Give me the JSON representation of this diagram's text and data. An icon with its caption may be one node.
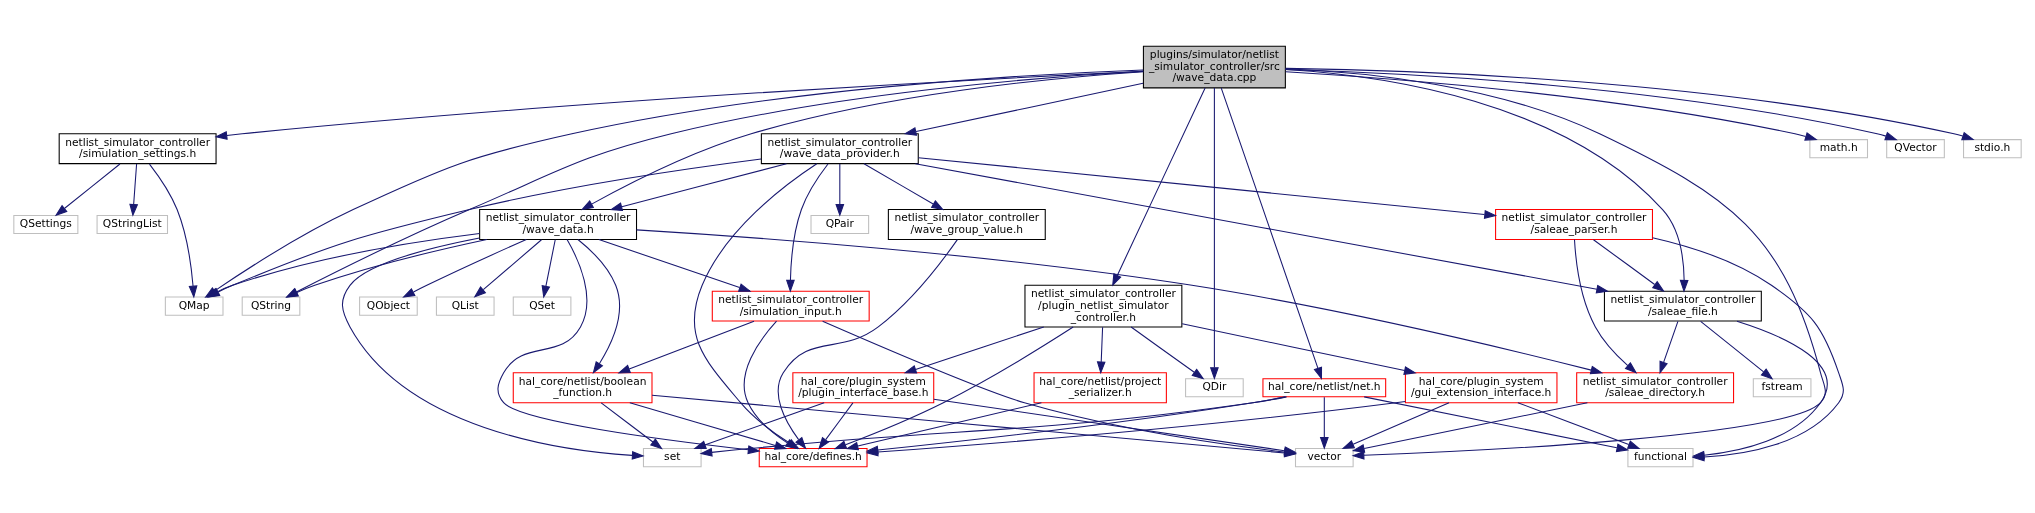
{
  "diagram": {
    "nodes": [
      {
        "text": [
          "plugins/simulator/netlist _simulator_controller/src /wave_data.cpp"
        ]
      },
      {
        "text": [
          "netlist_simulator_controller /simulation_settings.h"
        ]
      },
      {
        "text": [
          "netlist_simulator_controller /wave_data_provider.h"
        ]
      },
      {
        "text": [
          "math.h"
        ]
      },
      {
        "text": [
          "QVector"
        ]
      },
      {
        "text": [
          "stdio.h"
        ]
      },
      {
        "text": [
          "QSettings"
        ]
      },
      {
        "text": [
          "QStringList"
        ]
      },
      {
        "text": [
          "netlist_simulator_controller /wave_data.h"
        ]
      },
      {
        "text": [
          "QPair"
        ]
      },
      {
        "text": [
          "netlist_simulator_controller /wave_group_value.h"
        ]
      },
      {
        "text": [
          "netlist_simulator_controller /saleae_parser.h"
        ]
      },
      {
        "text": [
          "QMap"
        ]
      },
      {
        "text": [
          "QObject"
        ]
      },
      {
        "text": [
          "QList"
        ]
      },
      {
        "text": [
          "QSet"
        ]
      },
      {
        "text": [
          "QString"
        ]
      },
      {
        "text": [
          "netlist_simulator_controller /simulation_input.h"
        ]
      },
      {
        "text": [
          "netlist_simulator_controller /plugin_netlist_simulator _controller.h"
        ]
      },
      {
        "text": [
          "netlist_simulator_controller /saleae_file.h"
        ]
      },
      {
        "text": [
          "hal_core/netlist/boolean _function.h"
        ]
      },
      {
        "text": [
          "hal_core/plugin_system /plugin_interface_base.h"
        ]
      },
      {
        "text": [
          "hal_core/netlist/project _serializer.h"
        ]
      },
      {
        "text": [
          "hal_core/netlist/net.h"
        ]
      },
      {
        "text": [
          "hal_core/plugin_system /gui_extension_interface.h"
        ]
      },
      {
        "text": [
          "QDir"
        ]
      },
      {
        "text": [
          "netlist_simulator_controller /saleae_directory.h"
        ]
      },
      {
        "text": [
          "fstream"
        ]
      },
      {
        "text": [
          "set"
        ]
      },
      {
        "text": [
          "hal_core/defines.h"
        ]
      },
      {
        "text": [
          "vector"
        ]
      },
      {
        "text": [
          "functional"
        ]
      }
    ],
    "edges": [
      {
        "from": 0,
        "to": 12,
        "arrow": "to"
      },
      {
        "from": 0,
        "to": 1,
        "arrow": "to"
      },
      {
        "from": 0,
        "to": 8,
        "arrow": "to"
      },
      {
        "from": 0,
        "to": 16,
        "arrow": "to"
      },
      {
        "from": 0,
        "to": 2,
        "arrow": "to"
      },
      {
        "from": 0,
        "to": 18,
        "arrow": "to"
      },
      {
        "from": 0,
        "to": 23,
        "arrow": "to"
      },
      {
        "from": 0,
        "to": 25,
        "arrow": "to"
      },
      {
        "from": 0,
        "to": 30,
        "arrow": "to"
      },
      {
        "from": 0,
        "to": 19,
        "arrow": "to"
      },
      {
        "from": 0,
        "to": 3,
        "arrow": "to"
      },
      {
        "from": 0,
        "to": 4,
        "arrow": "to"
      },
      {
        "from": 0,
        "to": 5,
        "arrow": "to"
      },
      {
        "from": 1,
        "to": 6,
        "arrow": "to"
      },
      {
        "from": 1,
        "to": 7,
        "arrow": "to"
      },
      {
        "from": 1,
        "to": 12,
        "arrow": "to"
      },
      {
        "from": 2,
        "to": 12,
        "arrow": "to"
      },
      {
        "from": 2,
        "to": 8,
        "arrow": "to"
      },
      {
        "from": 2,
        "to": 9,
        "arrow": "to"
      },
      {
        "from": 2,
        "to": 17,
        "arrow": "to"
      },
      {
        "from": 2,
        "to": 29,
        "arrow": "to"
      },
      {
        "from": 2,
        "to": 10,
        "arrow": "to"
      },
      {
        "from": 2,
        "to": 11,
        "arrow": "to"
      },
      {
        "from": 2,
        "to": 19,
        "arrow": "to"
      },
      {
        "from": 8,
        "to": 12,
        "arrow": "to"
      },
      {
        "from": 8,
        "to": 28,
        "arrow": "to"
      },
      {
        "from": 8,
        "to": 29,
        "arrow": "to"
      },
      {
        "from": 8,
        "to": 20,
        "arrow": "to"
      },
      {
        "from": 8,
        "to": 13,
        "arrow": "to"
      },
      {
        "from": 8,
        "to": 14,
        "arrow": "to"
      },
      {
        "from": 8,
        "to": 15,
        "arrow": "to"
      },
      {
        "from": 8,
        "to": 16,
        "arrow": "to"
      },
      {
        "from": 8,
        "to": 17,
        "arrow": "to"
      },
      {
        "from": 8,
        "to": 26,
        "arrow": "to"
      },
      {
        "from": 10,
        "to": 29,
        "arrow": "to"
      },
      {
        "from": 11,
        "to": 19,
        "arrow": "to"
      },
      {
        "from": 11,
        "to": 26,
        "arrow": "to"
      },
      {
        "from": 11,
        "to": 31,
        "arrow": "to"
      },
      {
        "from": 17,
        "to": 20,
        "arrow": "to"
      },
      {
        "from": 17,
        "to": 29,
        "arrow": "to"
      },
      {
        "from": 17,
        "to": 30,
        "arrow": "to"
      },
      {
        "from": 18,
        "to": 29,
        "arrow": "to"
      },
      {
        "from": 18,
        "to": 21,
        "arrow": "to"
      },
      {
        "from": 18,
        "to": 22,
        "arrow": "to"
      },
      {
        "from": 18,
        "to": 24,
        "arrow": "to"
      },
      {
        "from": 18,
        "to": 25,
        "arrow": "to"
      },
      {
        "from": 19,
        "to": 26,
        "arrow": "to"
      },
      {
        "from": 19,
        "to": 27,
        "arrow": "to"
      },
      {
        "from": 19,
        "to": 31,
        "arrow": "to"
      },
      {
        "from": 20,
        "to": 28,
        "arrow": "to"
      },
      {
        "from": 20,
        "to": 29,
        "arrow": "to"
      },
      {
        "from": 20,
        "to": 30,
        "arrow": "to"
      },
      {
        "from": 21,
        "to": 28,
        "arrow": "to"
      },
      {
        "from": 21,
        "to": 29,
        "arrow": "to"
      },
      {
        "from": 21,
        "to": 30,
        "arrow": "to"
      },
      {
        "from": 22,
        "to": 29,
        "arrow": "to"
      },
      {
        "from": 23,
        "to": 29,
        "arrow": "to"
      },
      {
        "from": 23,
        "to": 28,
        "arrow": "to"
      },
      {
        "from": 23,
        "to": 30,
        "arrow": "to"
      },
      {
        "from": 23,
        "to": 31,
        "arrow": "to"
      },
      {
        "from": 24,
        "to": 29,
        "arrow": "to"
      },
      {
        "from": 24,
        "to": 30,
        "arrow": "to"
      },
      {
        "from": 24,
        "to": 31,
        "arrow": "to"
      },
      {
        "from": 26,
        "to": 30,
        "arrow": "to"
      }
    ]
  }
}
